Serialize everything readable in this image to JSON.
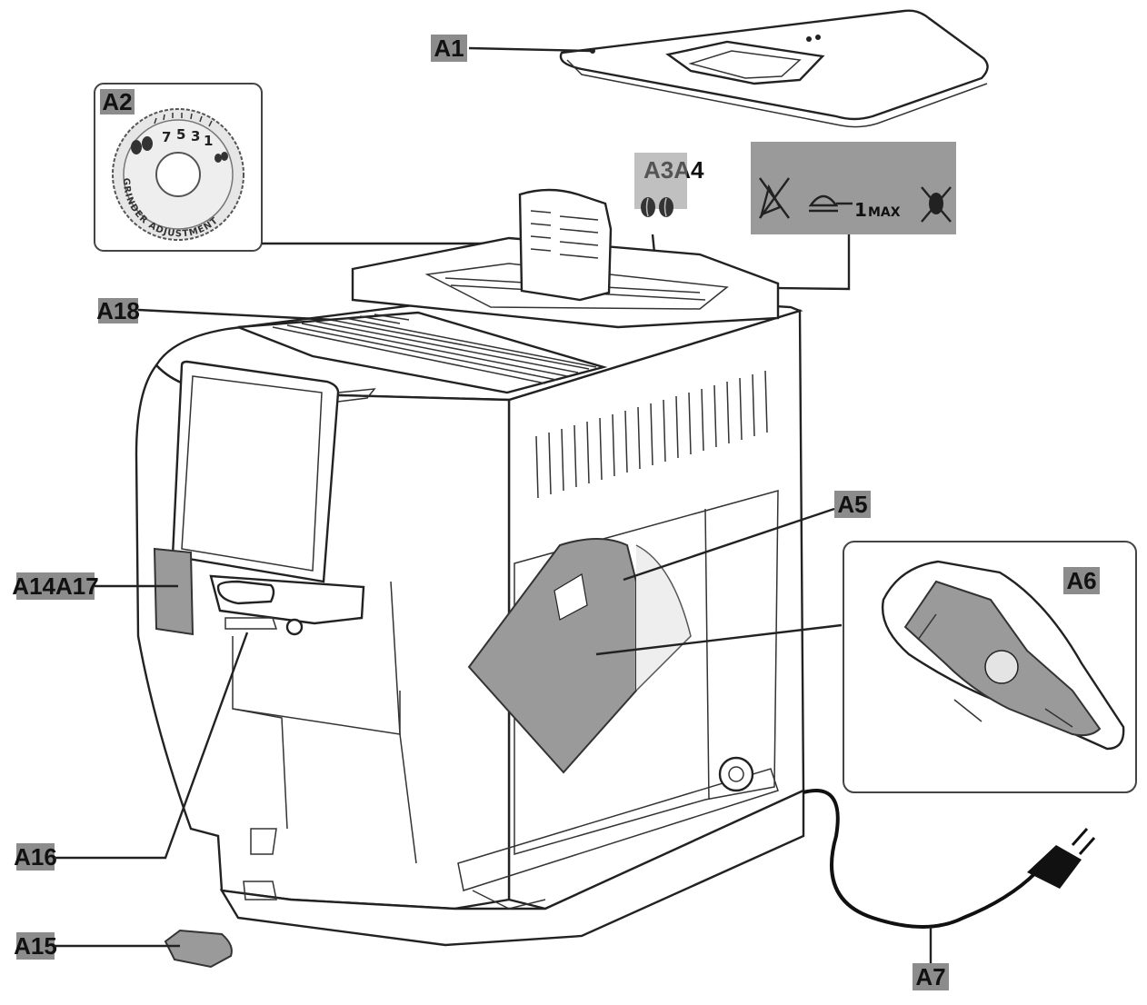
{
  "labels": {
    "a1": "A1",
    "a2": "A2",
    "a3a4": "A3A4",
    "a5": "A5",
    "a6": "A6",
    "a7": "A7",
    "a18": "A18",
    "a14a17": "A14A17",
    "a16": "A16",
    "a15": "A15"
  },
  "grinder_dial": {
    "numbers": [
      "7",
      "5",
      "3",
      "1"
    ],
    "caption": "GRINDER ADJUSTMENT"
  },
  "measure_panel": {
    "scoop_count": "1",
    "max_text": "MAX"
  },
  "colors": {
    "label_background": "#8c8c8c",
    "line": "#222222",
    "panel_grey": "#9a9a9a"
  },
  "icons": [
    "coffee-beans-icon",
    "no-water-icon",
    "measuring-scoop-icon",
    "no-instant-coffee-icon",
    "power-plug-icon"
  ]
}
